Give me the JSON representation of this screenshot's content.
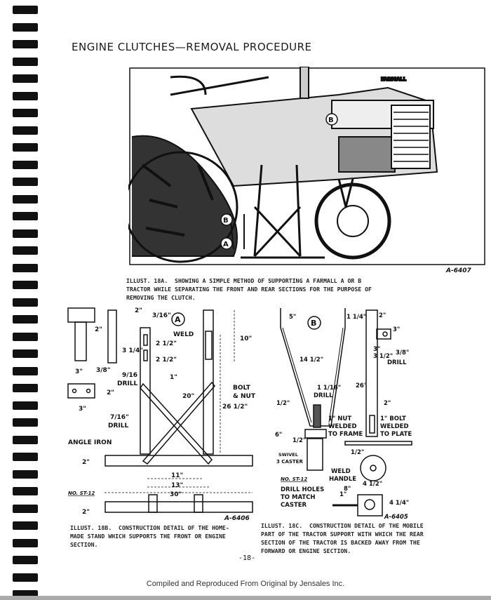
{
  "page": {
    "title": "ENGINE CLUTCHES—REMOVAL PROCEDURE",
    "page_number": "-18-",
    "footer": "Compiled and Reproduced From Original by Jensales Inc."
  },
  "illust_18a": {
    "id_code": "A-6407",
    "label_a": "A",
    "label_b": "B",
    "caption": "ILLUST. 18A.  SHOWING A SIMPLE METHOD OF SUPPORTING A FARMALL A OR B\nTRACTOR WHILE SEPARATING THE FRONT AND REAR SECTIONS FOR THE PURPOSE OF\nREMOVING THE CLUTCH."
  },
  "illust_18b": {
    "id_code": "A-6406",
    "marker": "A",
    "labels": {
      "d2a": "2\"",
      "d2b": "2\"",
      "d316": "3/16\"",
      "weld": "WELD",
      "d10": "10\"",
      "d212a": "2 1/2\"",
      "d212b": "2 1/2\"",
      "d314": "3 1/4\"",
      "d1": "1\"",
      "d3a": "3\"",
      "d38": "3/8\"",
      "drill916": "9/16",
      "drill": "DRILL",
      "d2c": "2\"",
      "d3b": "3\"",
      "drill716": "7/16\"",
      "drill2": "DRILL",
      "bolt": "BOLT",
      "nut": "& NUT",
      "d20": "20\"",
      "d2612": "26 1/2\"",
      "angle_iron": "ANGLE IRON",
      "d2d": "2\"",
      "d11": "11\"",
      "d13": "13\"",
      "part_no": "NO. ST-12",
      "d30": "30\"",
      "d2e": "2\""
    },
    "caption": "ILLUST. 18B.  CONSTRUCTION DETAIL OF THE HOME-\nMADE STAND WHICH SUPPORTS THE FRONT OR ENGINE\nSECTION."
  },
  "illust_18c": {
    "id_code": "A-6405",
    "marker": "B",
    "labels": {
      "d5": "5\"",
      "d114": "1 1/4\"",
      "d2a": "2\"",
      "d3a": "3\"",
      "d3b": "3\"",
      "d312": "3 1/2\"",
      "drill38": "3/8\"",
      "drill": "DRILL",
      "d1412": "14 1/2\"",
      "drill116": "1 1/16\"",
      "drill2": "DRILL",
      "d12a": "1/2\"",
      "d26": "26\"",
      "d2b": "2\"",
      "nut1": "1\" NUT",
      "nut2": "WELDED",
      "nut3": "TO FRAME",
      "bolt1": "1\" BOLT",
      "bolt2": "WELDED",
      "bolt3": "TO PLATE",
      "d6": "6\"",
      "d12b": "1/2\"",
      "swivel": "SWIVEL",
      "caster": "3 CASTER",
      "d12c": "1/2\"",
      "weld": "WELD",
      "handle": "HANDLE",
      "d8": "8\"",
      "d412": "4 1/2\"",
      "part_no": "NO. ST-12",
      "holes1": "DRILL HOLES",
      "holes2": "TO MATCH",
      "holes3": "CASTER",
      "d1": "1\"",
      "d414": "4 1/4\""
    },
    "caption": "ILLUST. 18C.  CONSTRUCTION DETAIL OF THE MOBILE\nPART OF THE TRACTOR SUPPORT WITH WHICH THE REAR\nSECTION OF THE TRACTOR IS BACKED AWAY FROM THE\nFORWARD OR ENGINE SECTION."
  }
}
